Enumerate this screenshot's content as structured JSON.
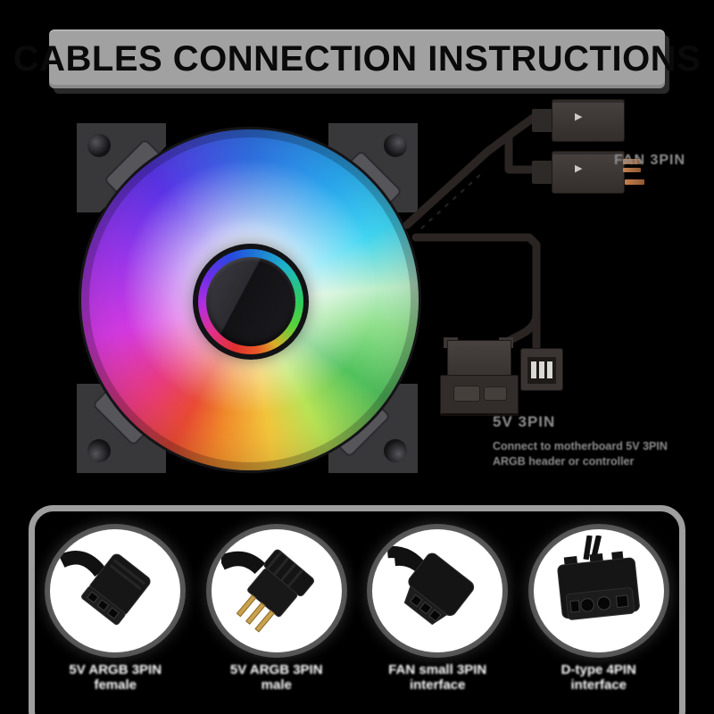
{
  "title": "CABLES CONNECTION INSTRUCTIONS",
  "fan": {
    "name": "ARGB rainbow fan"
  },
  "top_connectors": {
    "label": "FAN 3PIN",
    "arrow_glyph": "▶"
  },
  "argb_connector": {
    "title": "5V 3PIN",
    "desc_line1": "Connect to motherboard 5V 3PIN",
    "desc_line2": "ARGB header or controller"
  },
  "bottom_panel": {
    "items": [
      {
        "name": "argb-5v-female",
        "line1": "5V ARGB 3PIN",
        "line2": "female"
      },
      {
        "name": "argb-5v-male",
        "line1": "5V ARGB 3PIN",
        "line2": "male"
      },
      {
        "name": "fan-3pin",
        "line1": "FAN small 3PIN",
        "line2": "interface"
      },
      {
        "name": "dtype-4pin",
        "line1": "D-type 4PIN",
        "line2": "interface"
      }
    ]
  },
  "colors": {
    "background": "#000000",
    "title_bar": "#a1a1a1",
    "title_text": "#0a0a0a",
    "gray_label": "#8d8d8d",
    "caption_white": "#ffffff",
    "panel_border": "#9e9e9e",
    "copper_pin": "#c58050"
  }
}
